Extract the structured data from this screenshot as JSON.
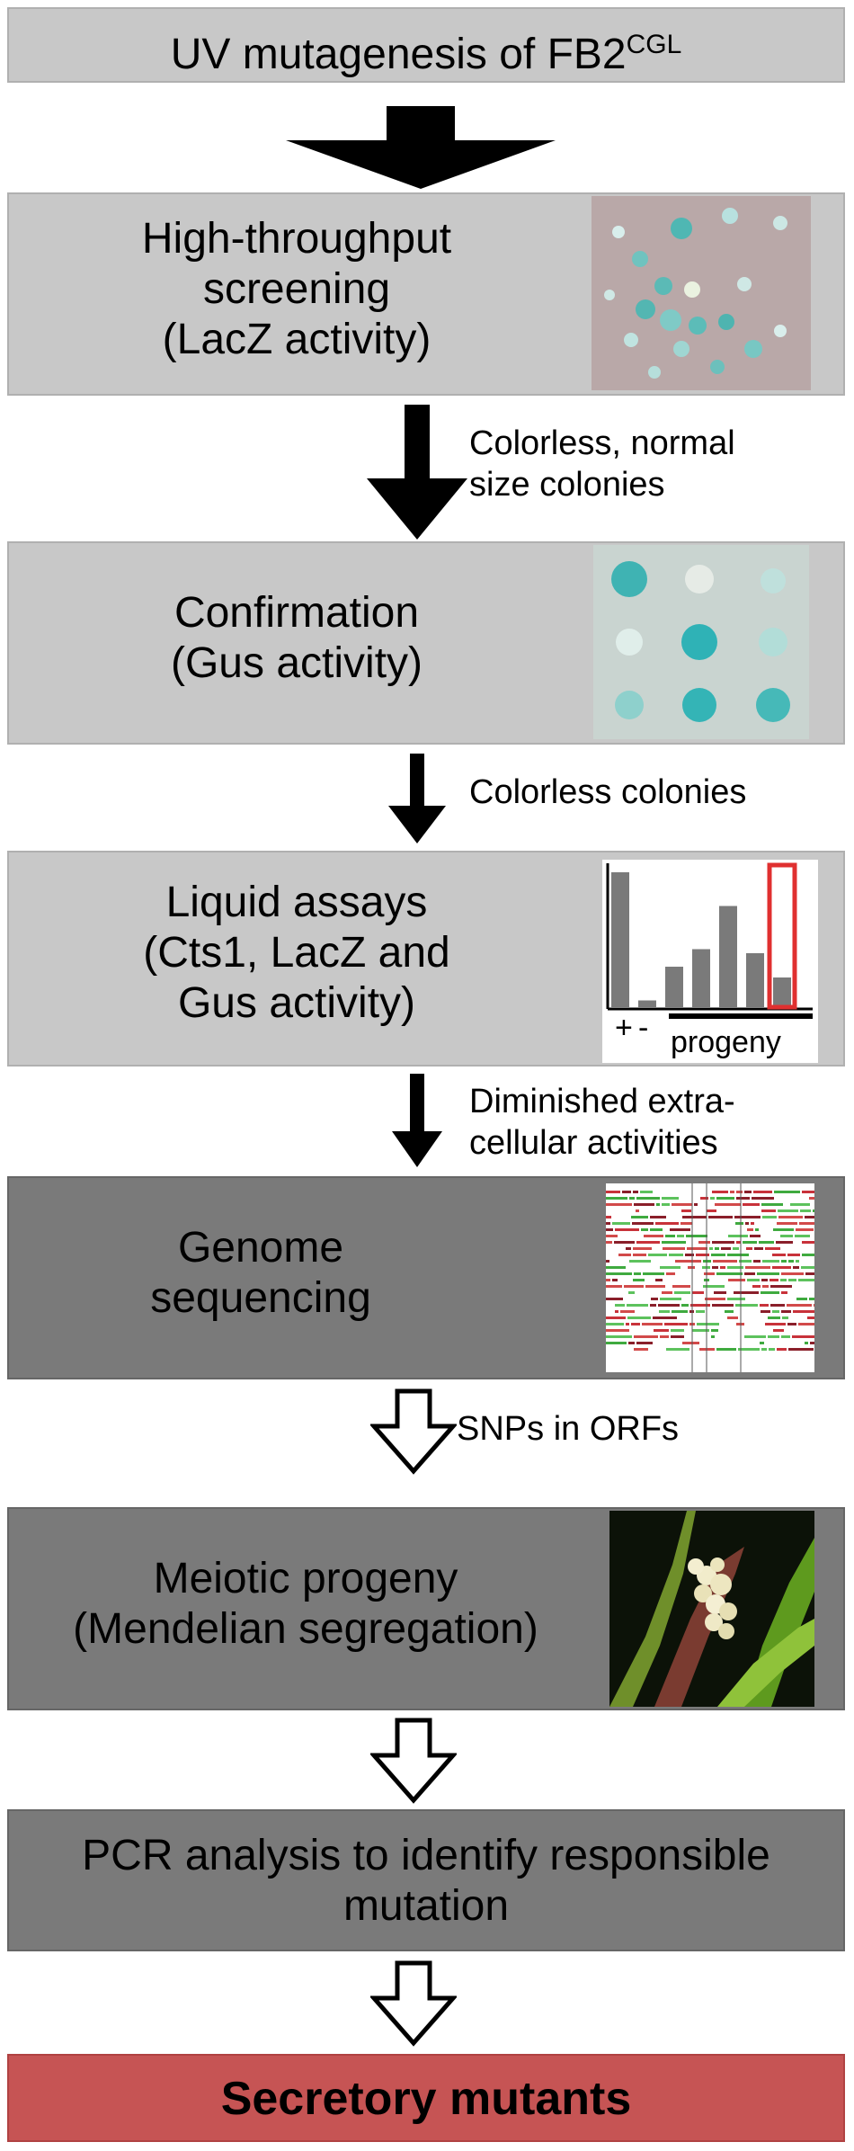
{
  "steps": {
    "uv": {
      "label": "UV mutagenesis of FB2",
      "superscript": "CGL"
    },
    "screening": {
      "lines": [
        "High-throughput",
        "screening",
        "(LacZ activity)"
      ]
    },
    "confirmation": {
      "lines": [
        "Confirmation",
        "(Gus activity)"
      ]
    },
    "liquid": {
      "lines": [
        "Liquid assays",
        "(Cts1, LacZ and",
        "Gus activity)"
      ]
    },
    "genome": {
      "lines": [
        "Genome",
        "sequencing"
      ]
    },
    "meiotic": {
      "lines": [
        "Meiotic progeny",
        "(Mendelian segregation)"
      ]
    },
    "pcr": {
      "lines": [
        "PCR analysis to identify responsible",
        "mutation"
      ]
    },
    "final": {
      "label": "Secretory mutants"
    }
  },
  "transitions": {
    "t1": [
      "Colorless, normal",
      "size colonies"
    ],
    "t2": [
      "Colorless colonies"
    ],
    "t3": [
      "Diminished  extra-",
      "cellular activities"
    ],
    "t4": [
      "SNPs in ORFs"
    ]
  },
  "bar_chart": {
    "type": "bar",
    "values": [
      100,
      5,
      30,
      43,
      75,
      40,
      22
    ],
    "tick_labels": [
      "+",
      "-"
    ],
    "group_label": "progeny",
    "highlight_index": 6,
    "colors": {
      "bar": "#7a7a7a",
      "highlight": "#e03030"
    }
  },
  "colors": {
    "light_box": "#c8c8c8",
    "dark_box": "#7a7a7a",
    "final_box": "#c65454"
  }
}
